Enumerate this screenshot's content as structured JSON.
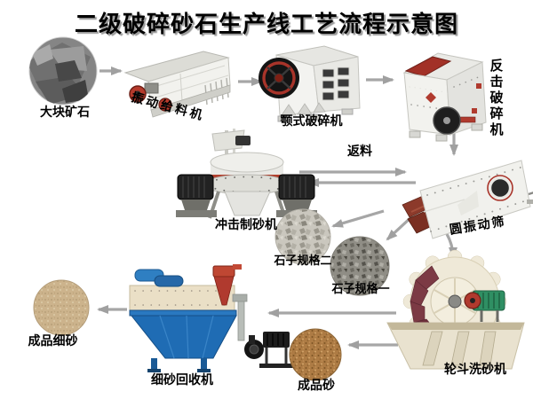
{
  "title": "二级破碎砂石生产线工艺流程示意图",
  "nodes": {
    "ore": {
      "label": "大块矿石",
      "type": "material"
    },
    "feeder": {
      "label": "振动给料机",
      "type": "machine"
    },
    "jaw_crusher": {
      "label": "颚式破碎机",
      "type": "machine"
    },
    "impact_crusher": {
      "label": "反击破碎机",
      "type": "machine"
    },
    "sand_maker": {
      "label": "冲击制砂机",
      "type": "machine"
    },
    "vibrating_screen": {
      "label": "圆振动筛",
      "type": "machine"
    },
    "gravel_spec2": {
      "label": "石子规格二",
      "type": "product"
    },
    "gravel_spec1": {
      "label": "石子规格一",
      "type": "product"
    },
    "sand_washer": {
      "label": "轮斗洗砂机",
      "type": "machine"
    },
    "finished_sand": {
      "label": "成品砂",
      "type": "product"
    },
    "fine_sand_recycler": {
      "label": "细砂回收机",
      "type": "machine"
    },
    "finished_fine_sand": {
      "label": "成品细砂",
      "type": "product"
    }
  },
  "edge_labels": {
    "return_material": "返料"
  },
  "flows": [
    {
      "from": "大块矿石",
      "to": "振动给料机"
    },
    {
      "from": "振动给料机",
      "to": "颚式破碎机"
    },
    {
      "from": "颚式破碎机",
      "to": "反击破碎机"
    },
    {
      "from": "反击破碎机",
      "to": "圆振动筛"
    },
    {
      "from": "冲击制砂机",
      "to": "圆振动筛",
      "label": "返料"
    },
    {
      "from": "圆振动筛",
      "to": "冲击制砂机"
    },
    {
      "from": "圆振动筛",
      "to": "石子规格二"
    },
    {
      "from": "圆振动筛",
      "to": "石子规格一"
    },
    {
      "from": "圆振动筛",
      "to": "轮斗洗砂机"
    },
    {
      "from": "轮斗洗砂机",
      "to": "成品砂"
    },
    {
      "from": "轮斗洗砂机",
      "to": "细砂回收机"
    },
    {
      "from": "细砂回收机",
      "to": "成品细砂"
    }
  ],
  "colors": {
    "background": "#ffffff",
    "title_text": "#000000",
    "title_shadow": "#9a9a9a",
    "label_text": "#000000",
    "arrow": "#a6a6a6",
    "machine_red": "#b03a2e",
    "recycler_blue": "#1f6cb4",
    "washer_motor_green": "#2f8f63",
    "screen_frame_maroon": "#8c3a2b"
  }
}
